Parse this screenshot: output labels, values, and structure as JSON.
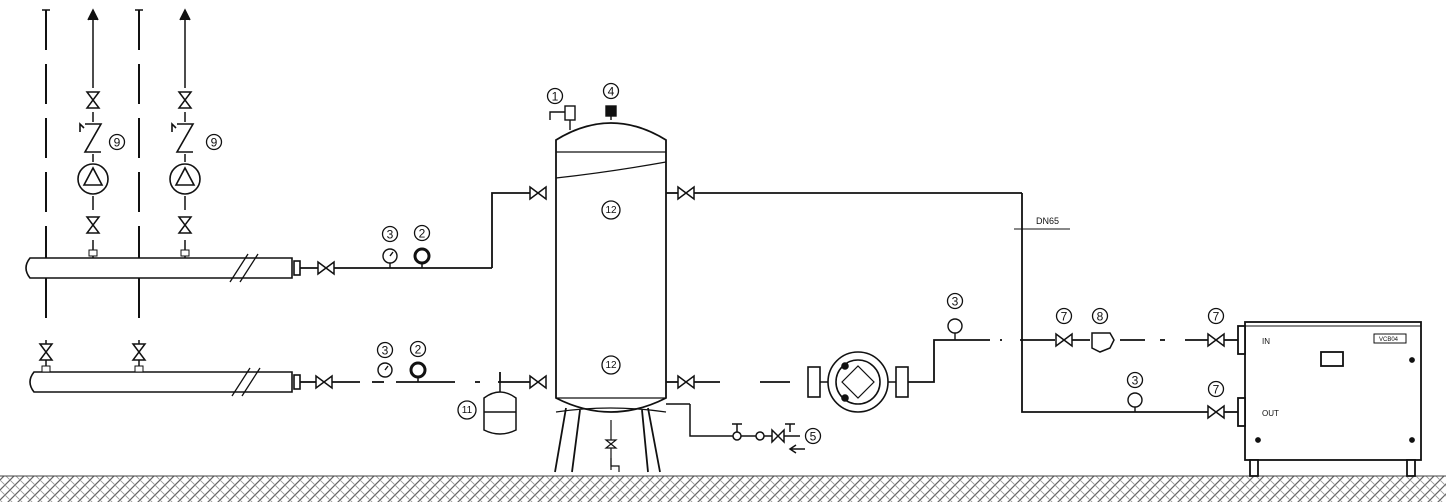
{
  "diagram": {
    "callouts": [
      {
        "id": "c1",
        "label": "1"
      },
      {
        "id": "c4",
        "label": "4"
      },
      {
        "id": "c9a",
        "label": "9"
      },
      {
        "id": "c9b",
        "label": "9"
      },
      {
        "id": "c12a",
        "label": "12"
      },
      {
        "id": "c3a",
        "label": "3"
      },
      {
        "id": "c2a",
        "label": "2"
      },
      {
        "id": "c3b",
        "label": "3"
      },
      {
        "id": "c2b",
        "label": "2"
      },
      {
        "id": "c12b",
        "label": "12"
      },
      {
        "id": "c11",
        "label": "11"
      },
      {
        "id": "c5",
        "label": "5"
      },
      {
        "id": "c3c",
        "label": "3"
      },
      {
        "id": "c7a",
        "label": "7"
      },
      {
        "id": "c8",
        "label": "8"
      },
      {
        "id": "c7b",
        "label": "7"
      },
      {
        "id": "c3d",
        "label": "3"
      },
      {
        "id": "c7c",
        "label": "7"
      }
    ],
    "pipe_label": "DN65",
    "boiler": {
      "in_label": "IN",
      "out_label": "OUT",
      "plate_label": "VCB04"
    }
  }
}
